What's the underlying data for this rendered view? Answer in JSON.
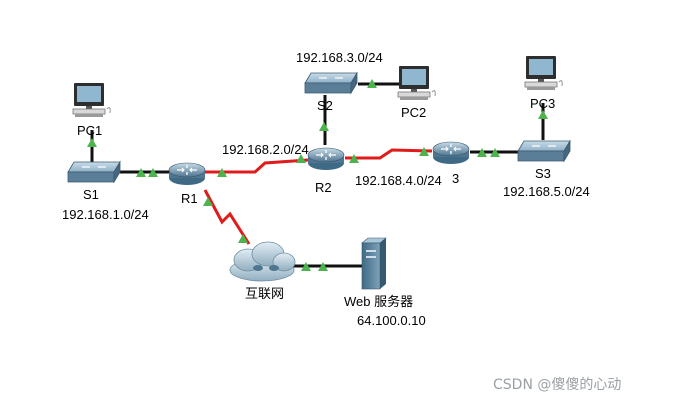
{
  "colors": {
    "ethernet": "#111111",
    "serial": "#e01b1b",
    "link_up": "#4db34d",
    "device_body": "#5a7e98",
    "device_top": "#a9c6d9"
  },
  "devices": {
    "pc1": {
      "label": "PC1",
      "icon": "pc-icon"
    },
    "pc2": {
      "label": "PC2",
      "icon": "pc-icon"
    },
    "pc3": {
      "label": "PC3",
      "icon": "pc-icon"
    },
    "s1": {
      "label": "S1",
      "icon": "switch-icon"
    },
    "s2": {
      "label": "S2",
      "icon": "switch-icon"
    },
    "s3": {
      "label": "S3",
      "icon": "switch-icon"
    },
    "r1": {
      "label": "R1",
      "icon": "router-icon"
    },
    "r2": {
      "label": "R2",
      "icon": "router-icon"
    },
    "r3": {
      "label": "3",
      "icon": "router-icon"
    },
    "internet": {
      "label": "互联网",
      "icon": "cloud-icon"
    },
    "web": {
      "label": "Web 服务器",
      "address": "64.100.0.10",
      "icon": "server-icon"
    }
  },
  "networks": {
    "n1": "192.168.1.0/24",
    "n2": "192.168.2.0/24",
    "n3": "192.168.3.0/24",
    "n4": "192.168.4.0/24",
    "n5": "192.168.5.0/24"
  },
  "watermark": "CSDN @傻傻的心动"
}
